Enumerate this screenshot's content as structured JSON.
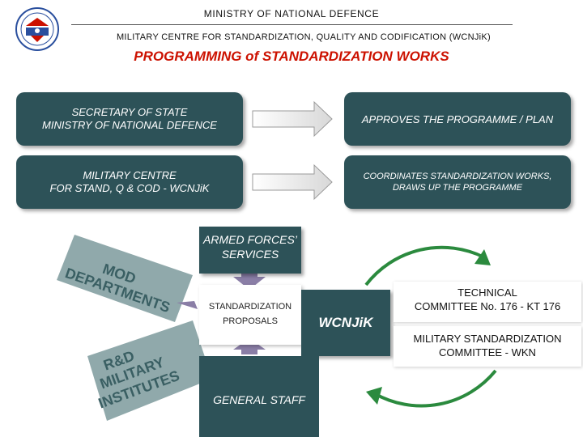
{
  "header": {
    "ministry": "MINISTRY OF NATIONAL DEFENCE",
    "centre": "MILITARY CENTRE FOR STANDARDIZATION, QUALITY AND CODIFICATION (WCNJiK)"
  },
  "title": "PROGRAMMING of STANDARDIZATION WORKS",
  "boxes": {
    "secretary_line1": "SECRETARY OF STATE",
    "secretary_line2": "MINISTRY OF NATIONAL DEFENCE",
    "approves": "APPROVES THE PROGRAMME / PLAN",
    "centre_line1": "MILITARY CENTRE",
    "centre_line2": "FOR STAND, Q & COD - WCNJiK",
    "coordinates_line1": "COORDINATES STANDARDIZATION WORKS,",
    "coordinates_line2": "DRAWS UP THE PROGRAMME"
  },
  "flow": {
    "armed_line1": "ARMED FORCES’",
    "armed_line2": "SERVICES",
    "proposals_line1": "STANDARDIZATION",
    "proposals_line2": "PROPOSALS",
    "wcnjik": "WCNJiK",
    "general_staff": "GENERAL STAFF"
  },
  "banners": {
    "mod_line1": "MOD",
    "mod_line2": "DEPARTMENTS",
    "rd_line1": "R&D",
    "rd_line2": "MILITARY",
    "rd_line3": "INSTITUTES"
  },
  "committees": {
    "tech_line1": "TECHNICAL",
    "tech_line2": "COMMITTEE  No. 176 - KT 176",
    "mil_line1": "MILITARY STANDARDIZATION",
    "mil_line2": "COMMITTEE - WKN"
  },
  "colors": {
    "box": "#2d5258",
    "title": "#cc1100",
    "arrow": "#8a7ea6",
    "banner": "#7c9a9c",
    "circle": "#2b8a3e"
  }
}
